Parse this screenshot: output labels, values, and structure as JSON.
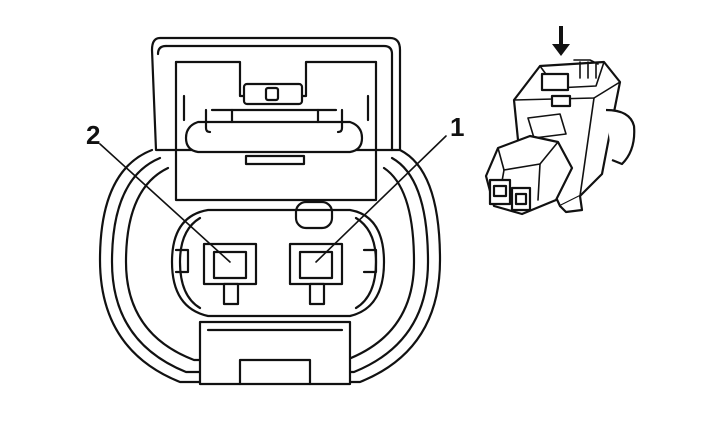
{
  "diagram": {
    "pin_labels": [
      {
        "id": "pin-1",
        "text": "1"
      },
      {
        "id": "pin-2",
        "text": "2"
      }
    ],
    "colors": {
      "line": "#111111",
      "background": "#ffffff"
    },
    "icons": [
      "down-arrow-icon"
    ]
  }
}
